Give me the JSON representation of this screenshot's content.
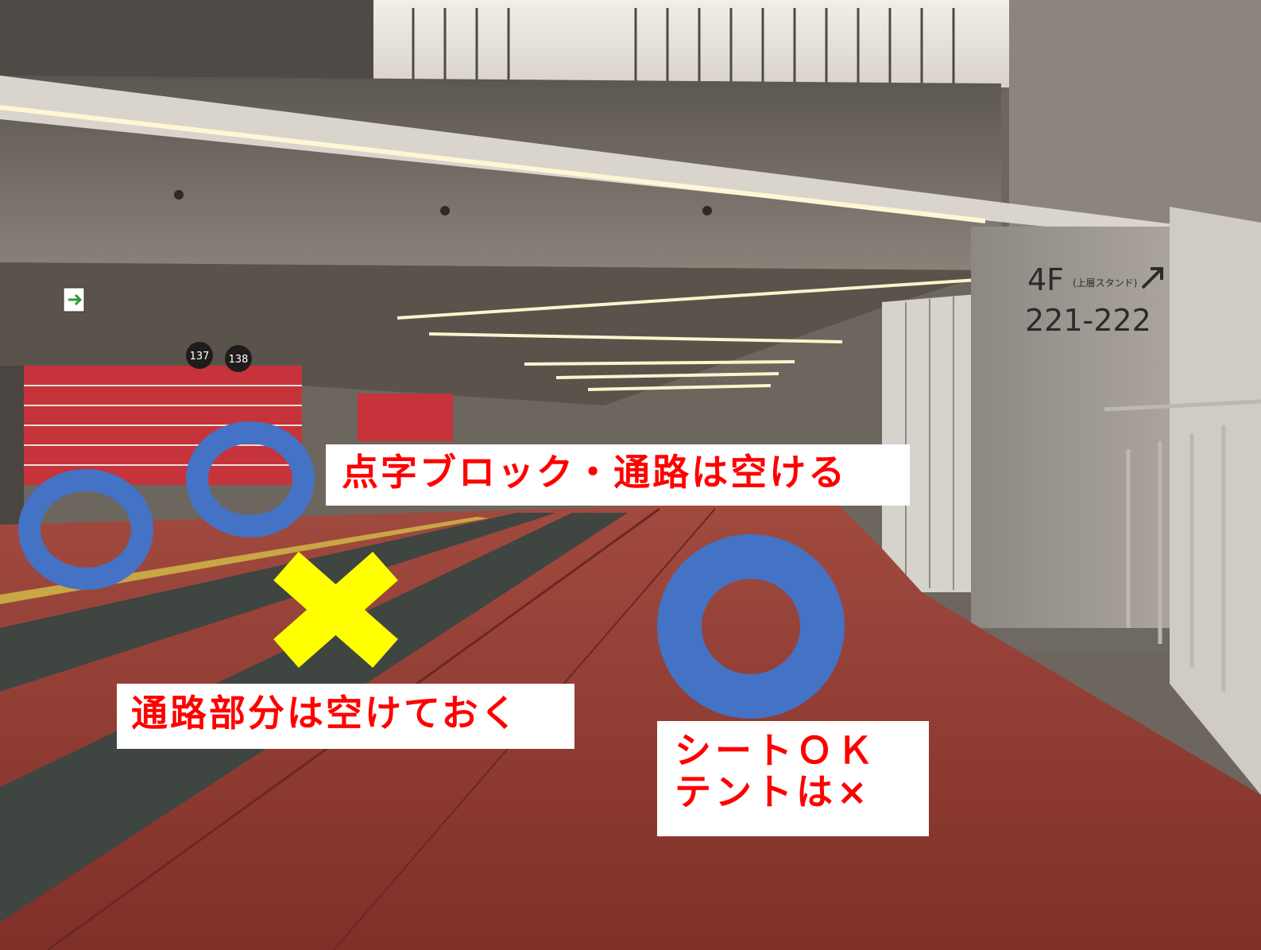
{
  "photo": {
    "sign": {
      "floor": "4F",
      "subtitle": "(上層スタンド)",
      "blocks": "221-222",
      "gate_137": "137",
      "gate_138": "138"
    }
  },
  "annotations": {
    "braille_label": "点字ブロック・通路は空ける",
    "passage_label": "通路部分は空けておく",
    "sheet_label": {
      "line1": "シートＯＫ",
      "line2": "テントは×"
    }
  },
  "colors": {
    "ok_marker": "#4472c4",
    "ng_marker": "#ffff00",
    "label_text": "#ff0000",
    "label_bg": "#ffffff",
    "floor_red": "#8e3a33",
    "floor_gray": "#3f4541"
  }
}
